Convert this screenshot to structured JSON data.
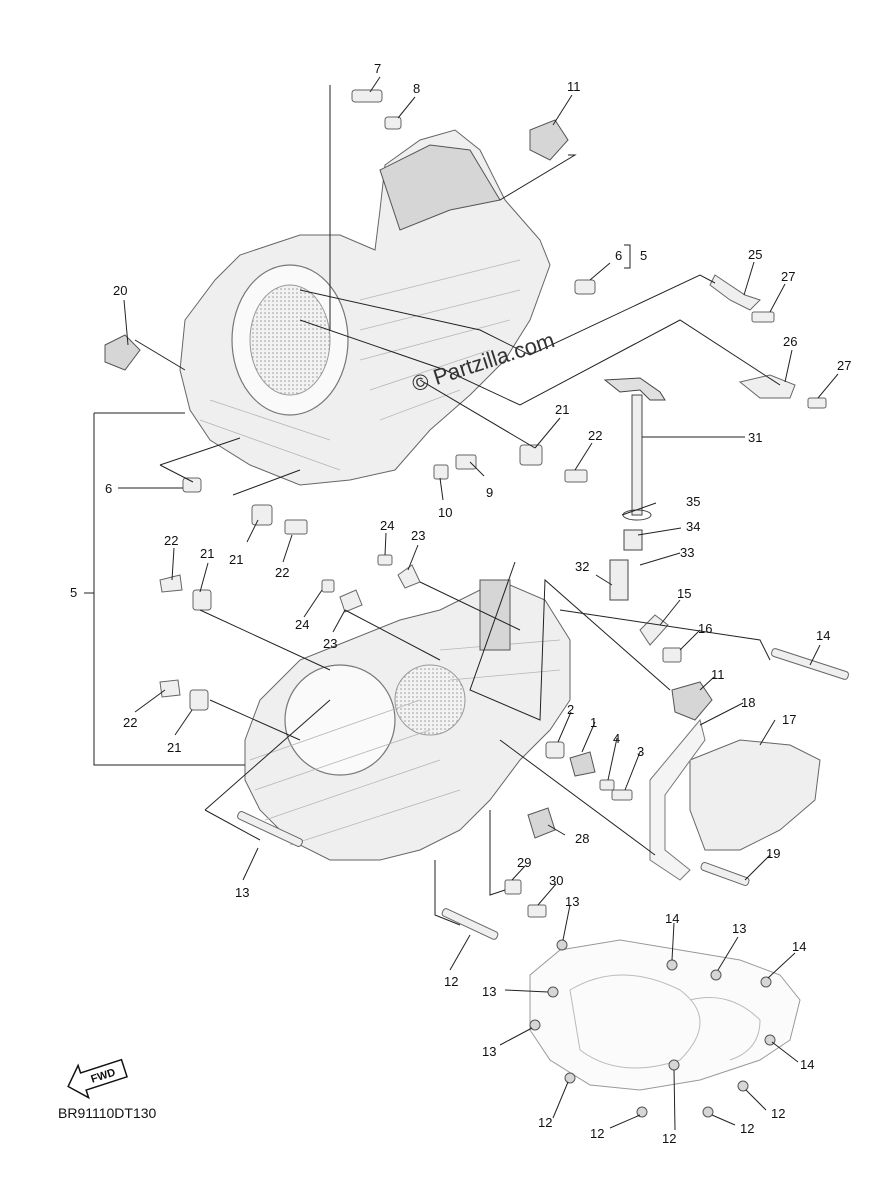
{
  "watermark": "© Partzilla.com",
  "diagram_code": "BR91110DT130",
  "fwd_label": "FWD",
  "callouts": [
    {
      "id": "c7",
      "text": "7"
    },
    {
      "id": "c8",
      "text": "8"
    },
    {
      "id": "c11a",
      "text": "11"
    },
    {
      "id": "c6a",
      "text": "6"
    },
    {
      "id": "c5a",
      "text": "5"
    },
    {
      "id": "c25",
      "text": "25"
    },
    {
      "id": "c27a",
      "text": "27"
    },
    {
      "id": "c26",
      "text": "26"
    },
    {
      "id": "c27b",
      "text": "27"
    },
    {
      "id": "c20",
      "text": "20"
    },
    {
      "id": "c31",
      "text": "31"
    },
    {
      "id": "c21a",
      "text": "21"
    },
    {
      "id": "c22a",
      "text": "22"
    },
    {
      "id": "c9",
      "text": "9"
    },
    {
      "id": "c10",
      "text": "10"
    },
    {
      "id": "c6b",
      "text": "6"
    },
    {
      "id": "c35",
      "text": "35"
    },
    {
      "id": "c34",
      "text": "34"
    },
    {
      "id": "c21b",
      "text": "21"
    },
    {
      "id": "c22b",
      "text": "22"
    },
    {
      "id": "c24a",
      "text": "24"
    },
    {
      "id": "c23a",
      "text": "23"
    },
    {
      "id": "c33",
      "text": "33"
    },
    {
      "id": "c32",
      "text": "32"
    },
    {
      "id": "c22c",
      "text": "22"
    },
    {
      "id": "c21c",
      "text": "21"
    },
    {
      "id": "c5b",
      "text": "5"
    },
    {
      "id": "c15",
      "text": "15"
    },
    {
      "id": "c24b",
      "text": "24"
    },
    {
      "id": "c23b",
      "text": "23"
    },
    {
      "id": "c16",
      "text": "16"
    },
    {
      "id": "c14a",
      "text": "14"
    },
    {
      "id": "c11b",
      "text": "11"
    },
    {
      "id": "c18",
      "text": "18"
    },
    {
      "id": "c22d",
      "text": "22"
    },
    {
      "id": "c17",
      "text": "17"
    },
    {
      "id": "c2",
      "text": "2"
    },
    {
      "id": "c1",
      "text": "1"
    },
    {
      "id": "c4",
      "text": "4"
    },
    {
      "id": "c3",
      "text": "3"
    },
    {
      "id": "c21d",
      "text": "21"
    },
    {
      "id": "c28",
      "text": "28"
    },
    {
      "id": "c19",
      "text": "19"
    },
    {
      "id": "c13a",
      "text": "13"
    },
    {
      "id": "c29",
      "text": "29"
    },
    {
      "id": "c30",
      "text": "30"
    },
    {
      "id": "c13b",
      "text": "13"
    },
    {
      "id": "c14b",
      "text": "14"
    },
    {
      "id": "c13c",
      "text": "13"
    },
    {
      "id": "c14c",
      "text": "14"
    },
    {
      "id": "c12a",
      "text": "12"
    },
    {
      "id": "c13d",
      "text": "13"
    },
    {
      "id": "c13e",
      "text": "13"
    },
    {
      "id": "c14d",
      "text": "14"
    },
    {
      "id": "c12b",
      "text": "12"
    },
    {
      "id": "c12c",
      "text": "12"
    },
    {
      "id": "c12d",
      "text": "12"
    },
    {
      "id": "c12e",
      "text": "12"
    },
    {
      "id": "c12f",
      "text": "12"
    }
  ]
}
